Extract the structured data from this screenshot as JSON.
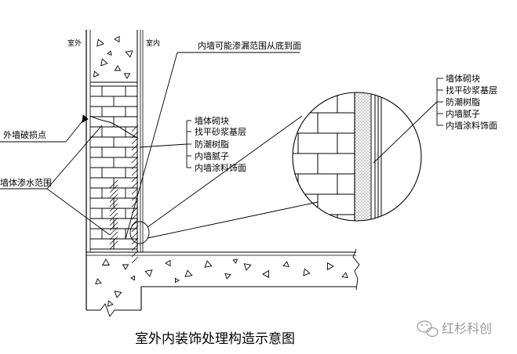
{
  "diagram": {
    "title": "室外内装饰处理构造示意图",
    "outdoor_label": "室外",
    "indoor_label": "室内",
    "top_callout": "内墙可能渗漏范围从底到面",
    "left_callouts": {
      "damage_point": "外墙破损点",
      "seepage_range": "墙体渗水范围"
    },
    "layer_labels": [
      "墙体砌块",
      "找平砂浆基层",
      "防潮树脂",
      "内墙腻子",
      "内墙涂料饰面"
    ],
    "detail_layer_labels": [
      "墙体砌块",
      "找平砂浆基层",
      "防潮树脂",
      "内墙腻子",
      "内墙涂料饰面"
    ]
  },
  "watermark": {
    "text": "红杉科创",
    "color": "#9a9a9a"
  }
}
